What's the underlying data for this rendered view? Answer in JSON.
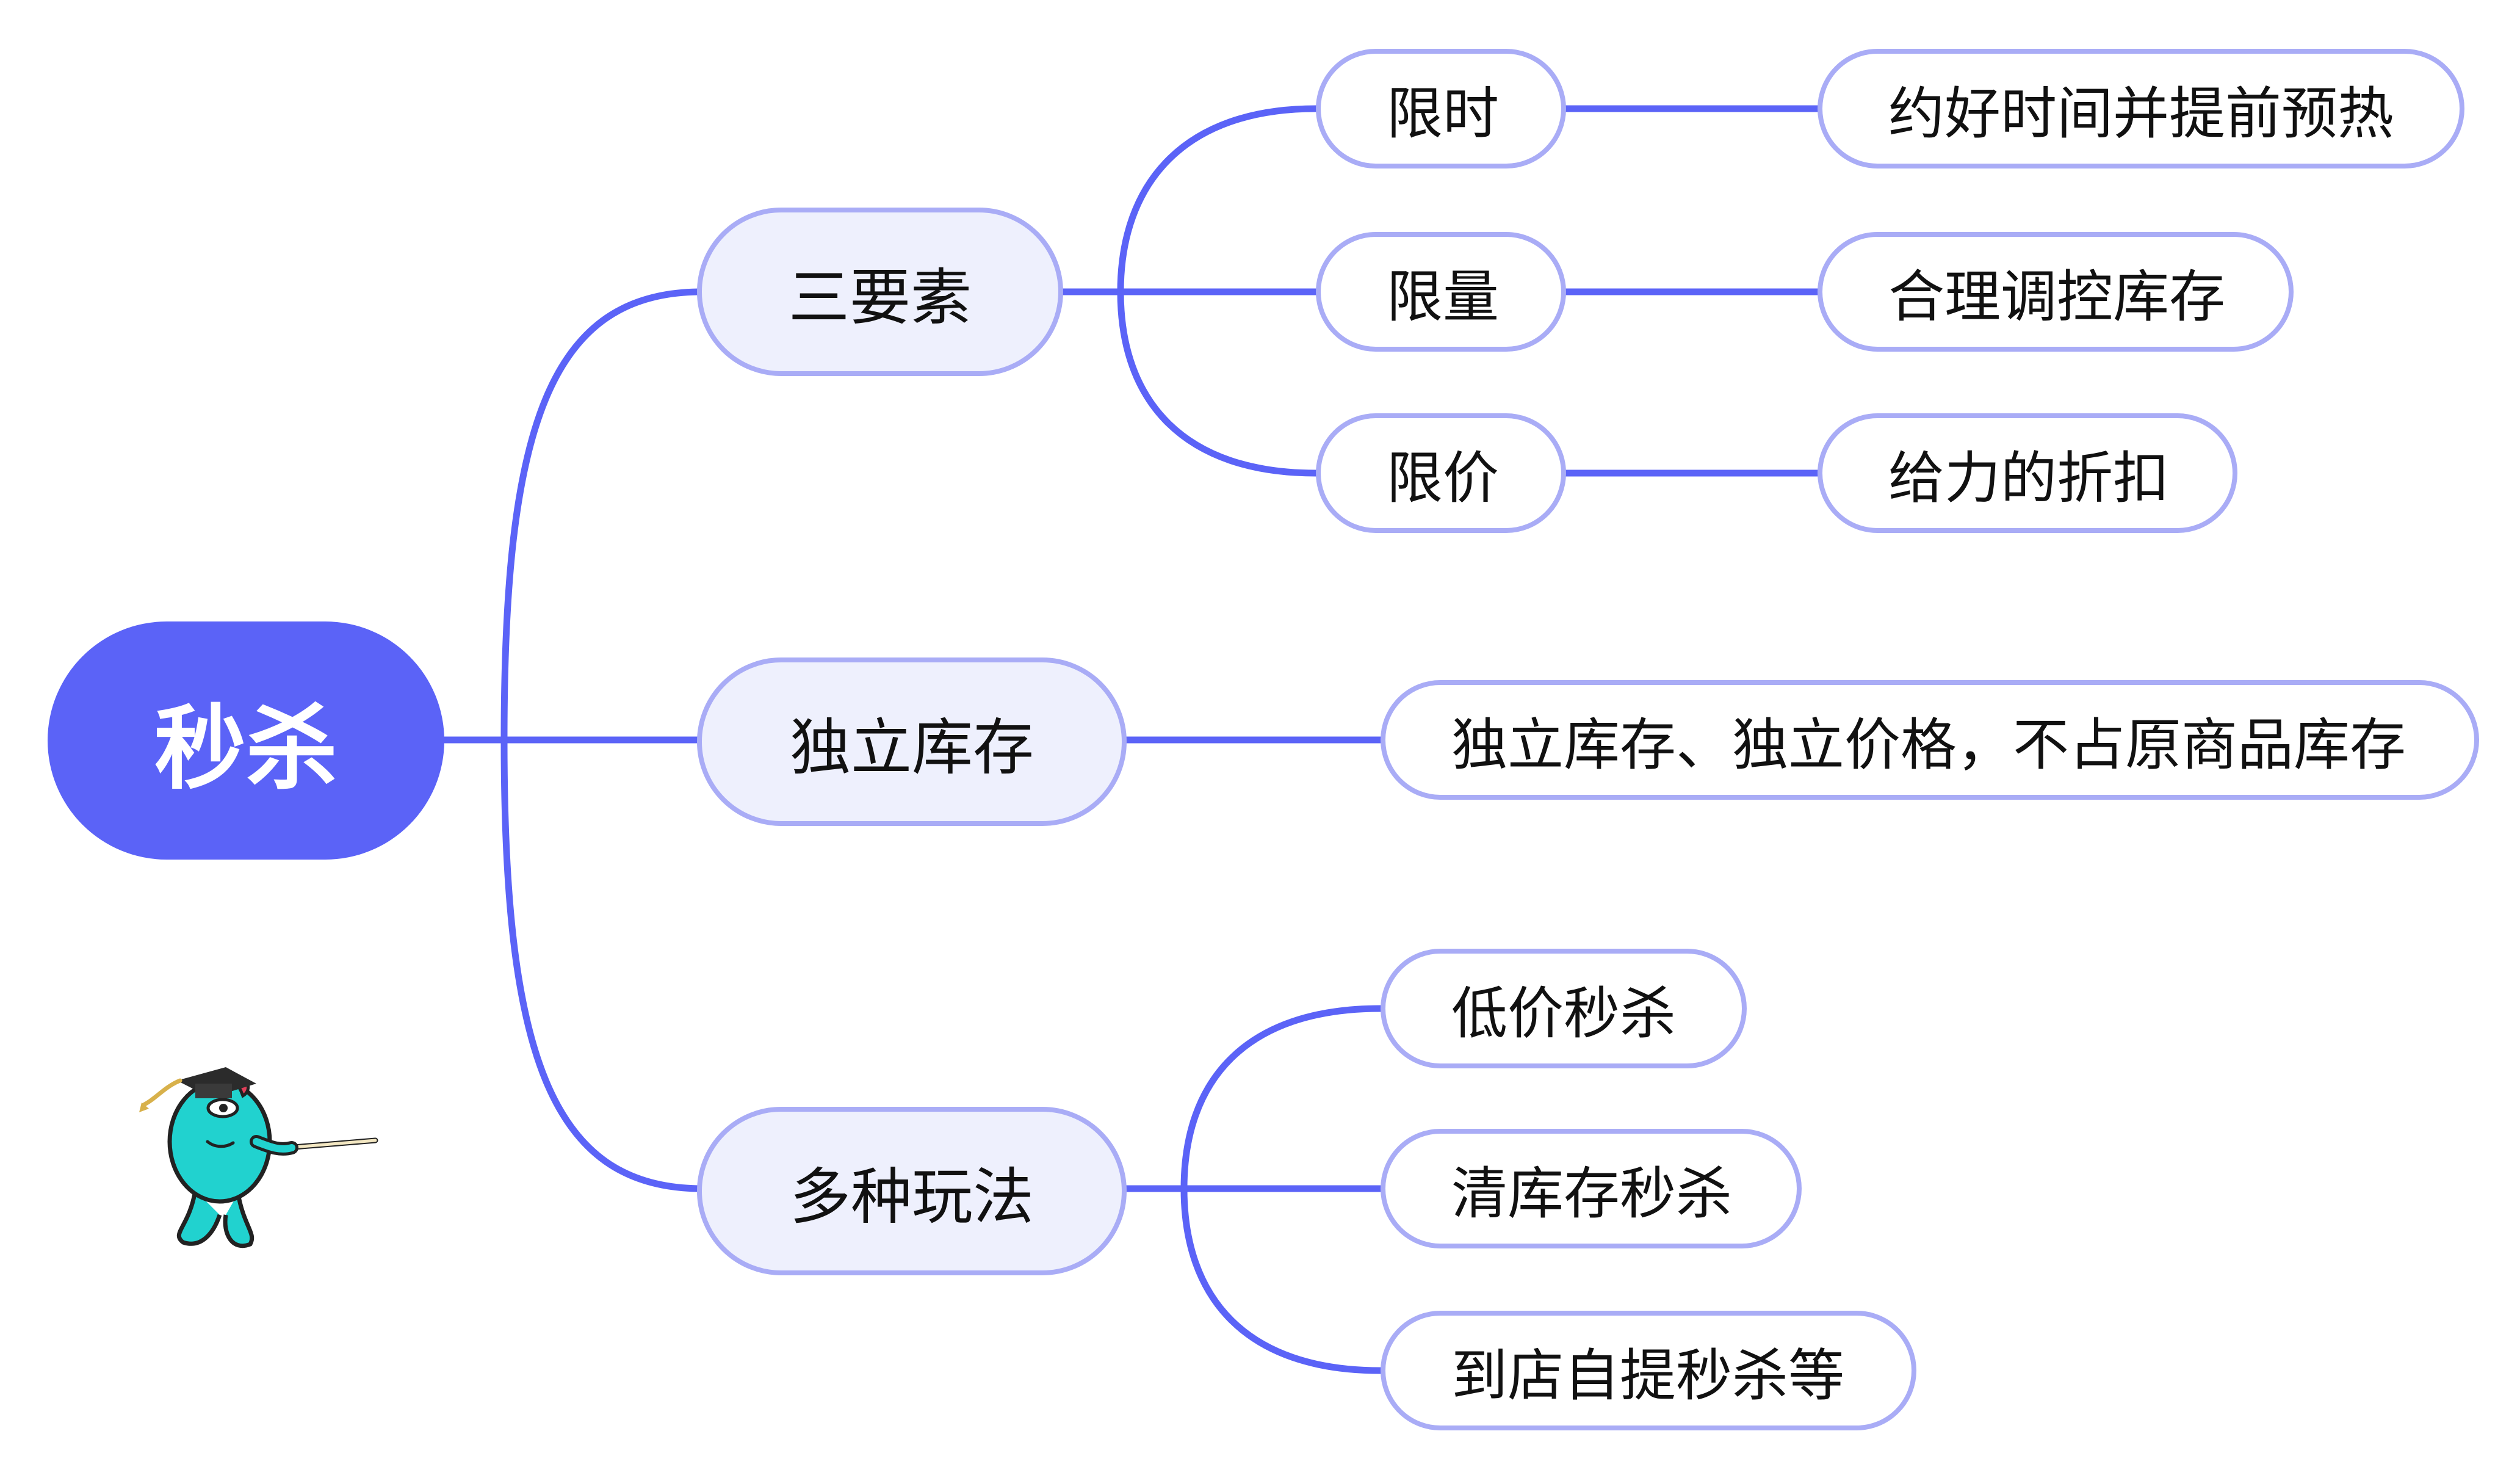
{
  "root": {
    "label": "秒杀"
  },
  "branches": [
    {
      "label": "三要素",
      "children": [
        {
          "label": "限时",
          "detail": "约好时间并提前预热"
        },
        {
          "label": "限量",
          "detail": "合理调控库存"
        },
        {
          "label": "限价",
          "detail": "给力的折扣"
        }
      ]
    },
    {
      "label": "独立库存",
      "detail": "独立库存、独立价格，不占原商品库存"
    },
    {
      "label": "多种玩法",
      "children": [
        {
          "label": "低价秒杀"
        },
        {
          "label": "清库存秒杀"
        },
        {
          "label": "到店自提秒杀等"
        }
      ]
    }
  ],
  "colors": {
    "root_fill": "#5b63f7",
    "connector": "#5b63f7",
    "node_border": "#a9acf6",
    "level1_fill": "#eef0fd"
  },
  "icons": {
    "mascot": "graduate-mascot-with-pointer"
  }
}
